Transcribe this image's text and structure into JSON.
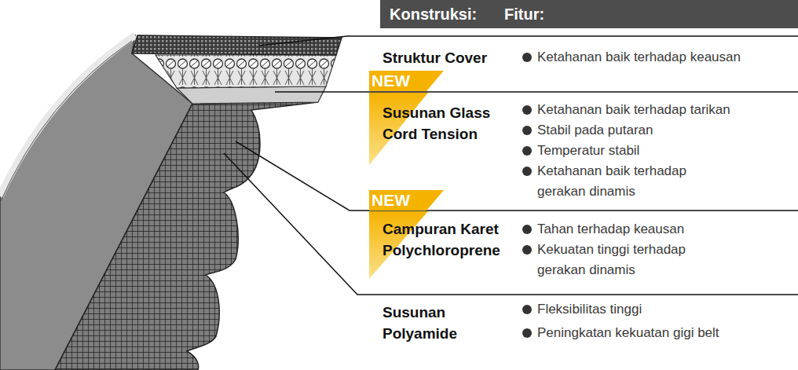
{
  "diagram": {
    "nodes": [
      {
        "text": [
          "Konstruksi:",
          "Fitur:"
        ]
      },
      {
        "text": [
          "NEW"
        ]
      },
      {
        "text": [
          "NEW"
        ]
      }
    ],
    "labels": [
      "Struktur Cover",
      "Ketahanan baik terhadap keausan",
      "Susunan Glass Cord Tension",
      "Ketahanan baik terhadap tarikan",
      "Stabil pada putaran",
      "Temperatur stabil",
      "Ketahanan baik terhadap gerakan dinamis",
      "Campuran Karet Polychloroprene",
      "Tahan terhadap keausan",
      "Kekuatan tinggi terhadap gerakan dinamis",
      "Susunan Polyamide",
      "Fleksibilitas tinggi",
      "Peningkatan kekuatan gigi belt"
    ]
  }
}
